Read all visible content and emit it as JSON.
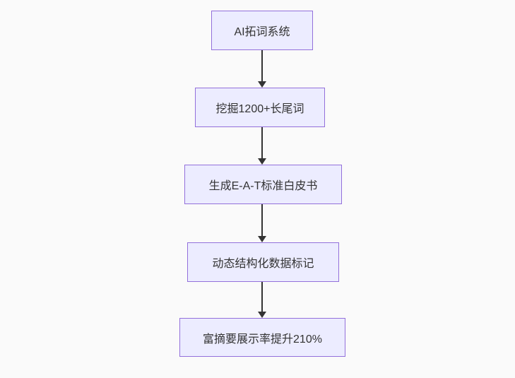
{
  "canvas": {
    "background_color": "#fafafa"
  },
  "diagram": {
    "type": "flowchart",
    "direction": "top-down",
    "style": {
      "node_fill_color": "#ECECFF",
      "node_border_color": "#9370DB",
      "node_text_color": "#333333",
      "edge_color": "#333333"
    },
    "nodes": [
      {
        "id": "step-1",
        "label": "AI拓词系统"
      },
      {
        "id": "step-2",
        "label": "挖掘1200+长尾词"
      },
      {
        "id": "step-3",
        "label": "生成E-A-T标准白皮书"
      },
      {
        "id": "step-4",
        "label": "动态结构化数据标记"
      },
      {
        "id": "step-5",
        "label": "富摘要展示率提升210%"
      }
    ],
    "edges": [
      {
        "from": "step-1",
        "to": "step-2"
      },
      {
        "from": "step-2",
        "to": "step-3"
      },
      {
        "from": "step-3",
        "to": "step-4"
      },
      {
        "from": "step-4",
        "to": "step-5"
      }
    ]
  }
}
